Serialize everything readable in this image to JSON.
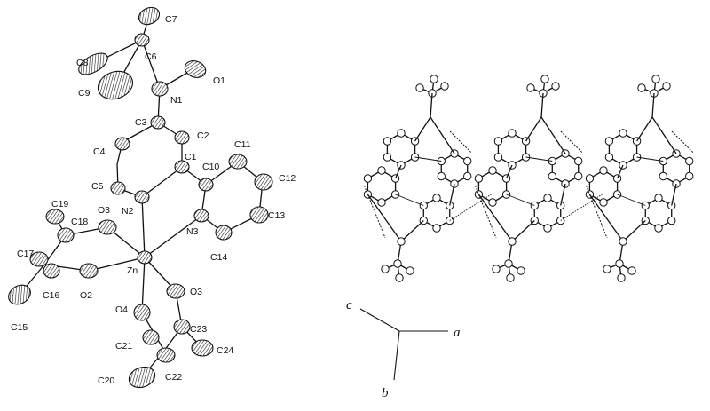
{
  "atom_labels": {
    "C7": "C7",
    "C8": "C8",
    "C6": "C6",
    "O1": "O1",
    "C9": "C9",
    "N1": "N1",
    "C3": "C3",
    "C2": "C2",
    "C4": "C4",
    "C11": "C11",
    "C1": "C1",
    "C10": "C10",
    "C12": "C12",
    "C5": "C5",
    "C19": "C19",
    "O3a": "O3",
    "C18": "C18",
    "N2": "N2",
    "C13": "C13",
    "N3": "N3",
    "C17": "C17",
    "C14": "C14",
    "Zn": "Zn",
    "O3b": "O3",
    "C16": "C16",
    "O2": "O2",
    "O4": "O4",
    "C23": "C23",
    "C15": "C15",
    "C21": "C21",
    "C24": "C24",
    "C22": "C22",
    "C20": "C20"
  },
  "axes": {
    "c": "c",
    "a": "a",
    "b": "b"
  }
}
